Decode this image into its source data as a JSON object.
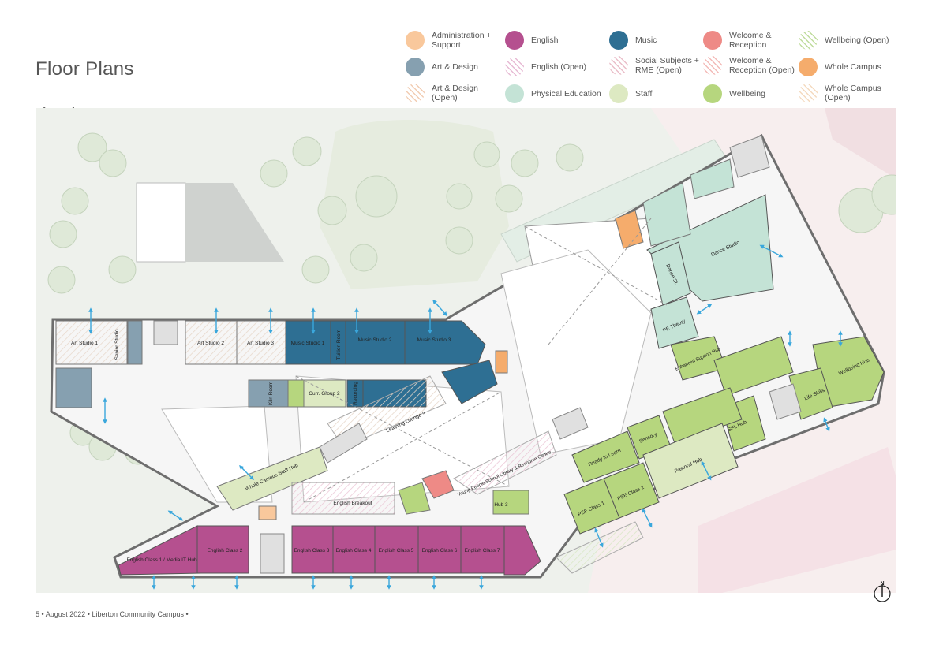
{
  "page_title": "Floor Plans",
  "floor_title": "First Floor",
  "footer": {
    "page": "5",
    "date": "August 2022",
    "project": "Liberton Community Campus",
    "separator": "•"
  },
  "legend": [
    {
      "label": "Administration + Support",
      "color": "#f9c89c",
      "pattern": "solid"
    },
    {
      "label": "English",
      "color": "#b5508f",
      "pattern": "solid"
    },
    {
      "label": "Music",
      "color": "#2e6f93",
      "pattern": "solid"
    },
    {
      "label": "Welcome & Reception",
      "color": "#ee8a86",
      "pattern": "solid"
    },
    {
      "label": "Wellbeing (Open)",
      "color": "#b8d891",
      "pattern": "hatch"
    },
    {
      "label": "Art & Design",
      "color": "#86a0b0",
      "pattern": "solid"
    },
    {
      "label": "English (Open)",
      "color": "#e4b2cf",
      "pattern": "hatch"
    },
    {
      "label": "Social Subjects + RME (Open)",
      "color": "#e8b7c3",
      "pattern": "hatch"
    },
    {
      "label": "Welcome & Reception (Open)",
      "color": "#f2b3b0",
      "pattern": "hatch"
    },
    {
      "label": "Whole Campus",
      "color": "#f5ac6c",
      "pattern": "solid"
    },
    {
      "label": "Art & Design (Open)",
      "color": "#f0c7a9",
      "pattern": "hatch"
    },
    {
      "label": "Physical Education",
      "color": "#c4e3d6",
      "pattern": "solid"
    },
    {
      "label": "Staff",
      "color": "#dde9c2",
      "pattern": "solid"
    },
    {
      "label": "Wellbeing",
      "color": "#b6d67e",
      "pattern": "solid"
    },
    {
      "label": "Whole Campus (Open)",
      "color": "#f3d6b8",
      "pattern": "hatch"
    }
  ],
  "rooms": {
    "art_studio_1": "Art Studio 1",
    "senior_studio": "Senior Studio",
    "art_studio_2": "Art Studio 2",
    "art_studio_3": "Art Studio 3",
    "music_studio_1": "Music Studio 1",
    "tuition_room": "Tuition Room",
    "music_studio_2": "Music Studio 2",
    "music_studio_3": "Music Studio 3",
    "kiln_room": "Kiln Room",
    "curr_group_2": "Curr. Group 2",
    "recording": "Recording",
    "learning_lounge_3": "Learning Lounge 3",
    "whole_campus_staff_hub": "Whole Campus Staff Hub",
    "english_breakout": "English Breakout",
    "young_people_library": "Young People/School Library & Resource Centre",
    "hub_3": "Hub 3",
    "english_class_1": "English Class 1 / Media IT Hub",
    "english_class_2": "English Class 2",
    "english_class_3": "English Class 3",
    "english_class_4": "English Class 4",
    "english_class_5": "English Class 5",
    "english_class_6": "English Class 6",
    "english_class_7": "English Class 7",
    "dance_studio": "Dance Studio",
    "dance_st": "Dance St.",
    "pe_theory": "PE Theory",
    "enhanced_support_hub": "Enhanced Support Hub",
    "ready_to_learn": "Ready to Learn",
    "sensory": "Sensory",
    "pastoral_hub": "Pastoral Hub",
    "sfl_hub": "SFL Hub",
    "life_skills": "Life Skills",
    "wellbeing_hub": "Wellbeing Hub",
    "pse_class_1": "PSE Class 1",
    "pse_class_2": "PSE Class 2"
  },
  "north_label": "N"
}
